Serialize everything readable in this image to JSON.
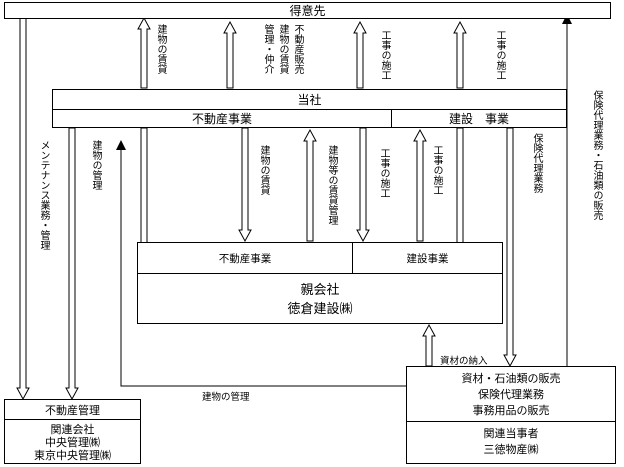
{
  "boxes": {
    "customer": "得意先",
    "company": "当社",
    "company_re": "不動産事業",
    "company_cons": "建設　事業",
    "parent_re": "不動産事業",
    "parent_cons": "建設事業",
    "parent_line1": "親会社",
    "parent_line2": "徳倉建設㈱",
    "mgmt_header": "不動産管理",
    "mgmt_line1": "関連会社",
    "mgmt_line2": "中央管理㈱",
    "mgmt_line3": "東京中央管理㈱",
    "supplier_line1": "資材・石油類の販売",
    "supplier_line2": "保険代理業務",
    "supplier_line3": "事務用品の販売",
    "supplier_line4": "関連当事者",
    "supplier_line5": "三徳物産㈱"
  },
  "labels": {
    "lease_top": "建物の賃貸",
    "sales_col1": "不動産販売",
    "sales_col2": "建物の賃貸",
    "sales_col3": "管理・仲介",
    "construction_top_left": "工事の施工",
    "construction_top_right": "工事の施工",
    "maintenance": "メンテナンス業務・管理",
    "building_mgmt_left": "建物の管理",
    "lease_mid": "建物の賃貸",
    "lease_mgmt": "建物等の賃貸管理",
    "construction_mid_left": "工事の施工",
    "construction_mid_right": "工事の施工",
    "insurance_agency": "保険代理業務",
    "insurance_oil": "保険代理業務・石油類の販売",
    "materials_delivery": "資材の納入",
    "building_mgmt_bottom": "建物の管理"
  }
}
